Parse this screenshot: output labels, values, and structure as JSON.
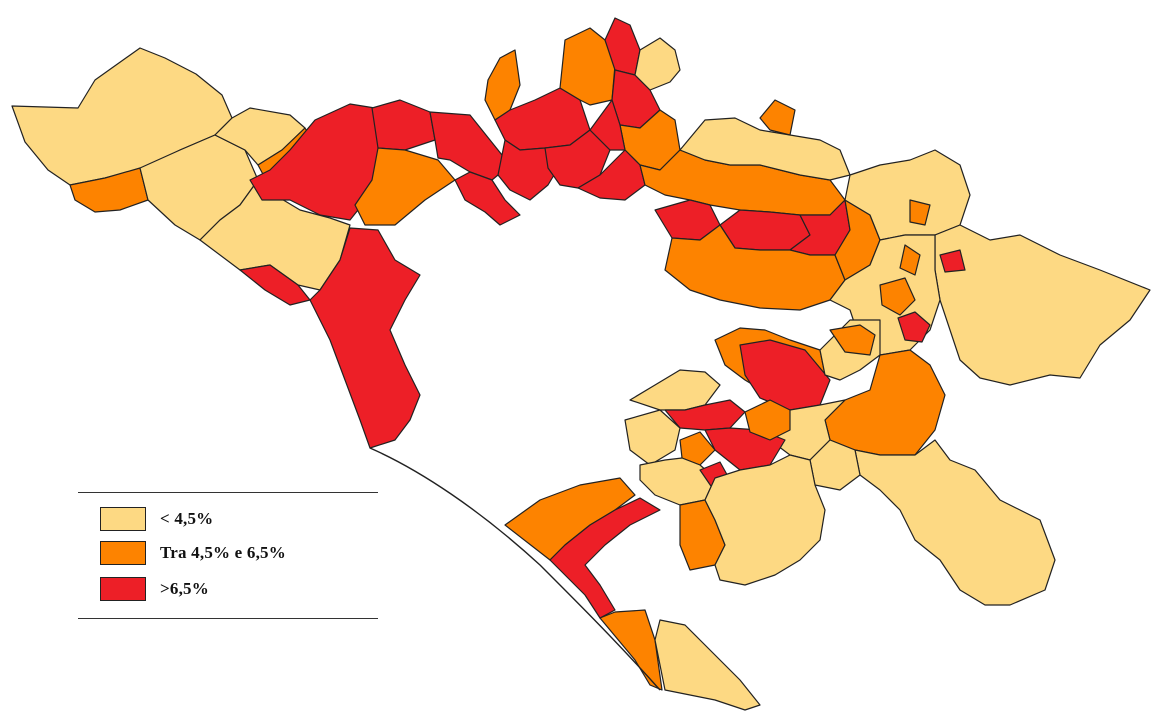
{
  "map": {
    "colors": {
      "low": "#fdd983",
      "mid": "#fd8300",
      "high": "#ed1f27",
      "border": "#222222",
      "background": "#ffffff"
    }
  },
  "legend": {
    "items": [
      {
        "label": "< 4,5%",
        "color": "#fdd983"
      },
      {
        "label": "Tra 4,5% e 6,5%",
        "color": "#fd8300"
      },
      {
        "label": ">6,5%",
        "color": "#ed1f27"
      }
    ]
  }
}
